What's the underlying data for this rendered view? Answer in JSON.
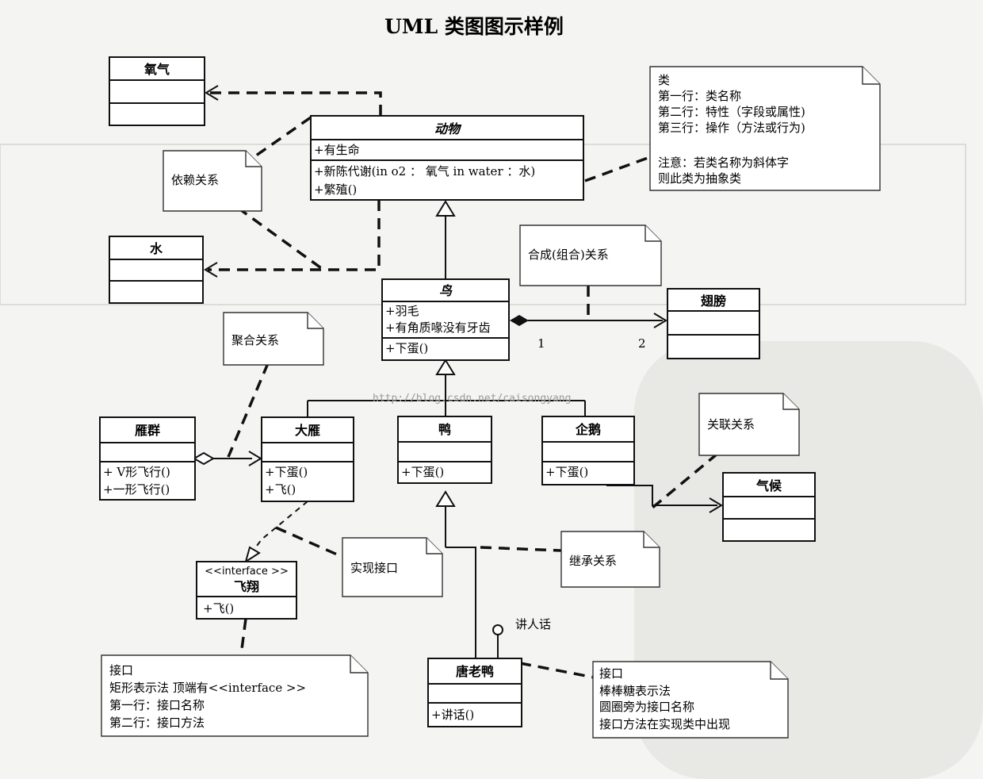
{
  "title": "UML 类图图示样例",
  "watermark": "http://blog.csdn.net/caisongyang",
  "classes": {
    "oxygen": {
      "name": "氧气"
    },
    "water": {
      "name": "水"
    },
    "animal": {
      "name": "动物",
      "attribute": "+有生命",
      "op1": "+新陈代谢(in o2 ： 氧气   in water ：水)",
      "op2": "+繁殖()"
    },
    "bird": {
      "name": "鸟",
      "attr1": "+羽毛",
      "attr2": "+有角质喙没有牙齿",
      "op": "+下蛋()"
    },
    "wing": {
      "name": "翅膀"
    },
    "flock": {
      "name": "雁群",
      "op1": "+ V形飞行()",
      "op2": "+一形飞行()"
    },
    "goose": {
      "name": "大雁",
      "op1": "+下蛋()",
      "op2": "+飞()"
    },
    "duck": {
      "name": "鸭",
      "op": "+下蛋()"
    },
    "penguin": {
      "name": "企鹅",
      "op": "+下蛋()"
    },
    "climate": {
      "name": "气候"
    },
    "flyInterface": {
      "stereotype": "<<interface >>",
      "name": "飞翔",
      "op": "+飞()"
    },
    "donald": {
      "name": "唐老鸭",
      "op": "+讲话()"
    }
  },
  "notes": {
    "classNote": {
      "l1": "类",
      "l2": "第一行：类名称",
      "l3": "第二行：特性（字段或属性)",
      "l4": "第三行：操作（方法或行为)",
      "l5": "注意：若类名称为斜体字",
      "l6": "则此类为抽象类"
    },
    "dependency": "依赖关系",
    "composition": "合成(组合)关系",
    "aggregation": "聚合关系",
    "association": "关联关系",
    "realization": "实现接口",
    "inheritance": "继承关系",
    "interfaceNote": {
      "l1": "接口",
      "l2": "矩形表示法  顶端有<<interface >>",
      "l3": "第一行：接口名称",
      "l4": "第二行：接口方法"
    },
    "lollipopNote": {
      "l1": "接口",
      "l2": "棒棒糖表示法",
      "l3": "圆圈旁为接口名称",
      "l4": "接口方法在实现类中出现"
    }
  },
  "lollipop": "讲人话",
  "multiplicity": {
    "one": "1",
    "two": "2"
  }
}
